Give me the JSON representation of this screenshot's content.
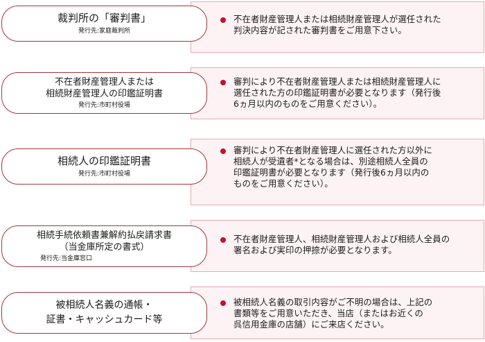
{
  "items": [
    {
      "title_lines": [
        "裁判所の「審判書」"
      ],
      "issuer": "発行先:家庭裁判所",
      "desc_lines": [
        "不在者財産管理人または相続財産管理人が選任された",
        "判決内容が記された審判書をご用意下さい。"
      ]
    },
    {
      "title_lines": [
        "不在者財産管理人または",
        "相続財産管理人の印鑑証明書"
      ],
      "issuer": "発行先:市町村役場",
      "desc_lines": [
        "審判により不在者財産管理人または相続財産管理人に",
        "選任された方の印鑑証明書が必要となります（発行後",
        "6ヵ月以内のものをご用意ください）。"
      ]
    },
    {
      "title_lines": [
        "相続人の印鑑証明書"
      ],
      "issuer": "発行先:市町村役場",
      "desc_lines": [
        "審判により不在者財産管理人に選任された方以外に",
        "相続人が受遺者*となる場合は、別途相続人全員の",
        "印鑑証明書が必要となります（発行後6ヵ月以内の",
        "ものをご用意ください）。"
      ]
    },
    {
      "title_lines": [
        "相続手続依頼書兼解約払戻請求書",
        "（当金庫所定の書式）"
      ],
      "issuer": "発行先:当金庫窓口",
      "desc_lines": [
        "不在者財産管理人、相続財産管理人および相続人全員の",
        "署名および実印の押捺が必要となります。"
      ]
    },
    {
      "title_lines": [
        "被相続人名義の通帳・",
        "証書・キャッシュカード等"
      ],
      "issuer": "",
      "desc_lines": [
        "被相続人名義の取引内容がご不明の場合は、上記の",
        "書類等をご用意いただき、当店（またはお近くの",
        "呉信用金庫の店舗）にご来店ください。"
      ]
    }
  ]
}
